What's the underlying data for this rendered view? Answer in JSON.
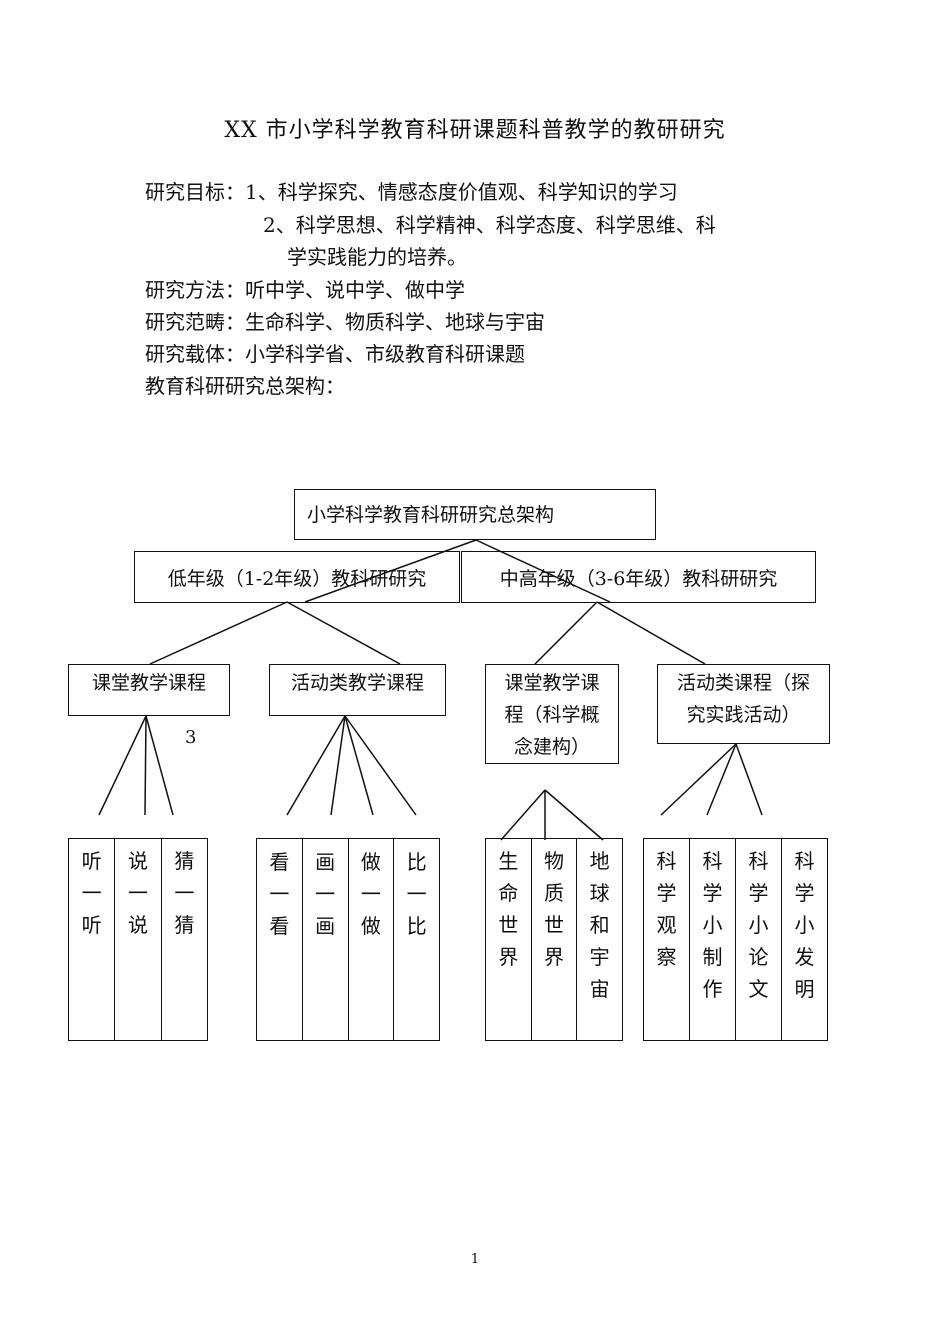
{
  "title": "XX 市小学科学教育科研课题科普教学的教研研究",
  "info": {
    "goal_label": "研究目标：",
    "goal_1": "1、科学探究、情感态度价值观、科学知识的学习",
    "goal_2a": "2、科学思想、科学精神、科学态度、科学思维、科",
    "goal_2b": "学实践能力的培养。",
    "method_label": "研究方法：",
    "method": "听中学、说中学、做中学",
    "scope_label": "研究范畴：",
    "scope": "生命科学、物质科学、地球与宇宙",
    "carrier_label": "研究载体：",
    "carrier": "小学科学省、市级教育科研课题",
    "framework_heading": "教育科研研究总架构："
  },
  "diagram": {
    "root": "小学科学教育科研研究总架构",
    "low": "低年级（1-2年级）教科研研究",
    "mid": "中高年级（3-6年级）教科研研究",
    "low_class": "课堂教学课程",
    "low_activity": "活动类教学课程",
    "mid_class": [
      "课堂教学课",
      "程（科学概",
      "念建构）"
    ],
    "mid_activity": [
      "活动类课程（探",
      "究实践活动）"
    ],
    "stray_number": "3",
    "leaves_low_class": [
      [
        "听",
        "一",
        "听"
      ],
      [
        "说",
        "一",
        "说"
      ],
      [
        "猜",
        "一",
        "猜"
      ]
    ],
    "leaves_low_activity": [
      [
        "看",
        "一",
        "看"
      ],
      [
        "画",
        "一",
        "画"
      ],
      [
        "做",
        "一",
        "做"
      ],
      [
        "比",
        "一",
        "比"
      ]
    ],
    "leaves_mid_class": [
      [
        "生",
        "命",
        "世",
        "界"
      ],
      [
        "物",
        "质",
        "世",
        "界"
      ],
      [
        "地",
        "球",
        "和",
        "宇",
        "宙"
      ]
    ],
    "leaves_mid_activity": [
      [
        "科",
        "学",
        "观",
        "察"
      ],
      [
        "科",
        "学",
        "小",
        "制",
        "作"
      ],
      [
        "科",
        "学",
        "小",
        "论",
        "文"
      ],
      [
        "科",
        "学",
        "小",
        "发",
        "明"
      ]
    ]
  },
  "page_number": "1"
}
